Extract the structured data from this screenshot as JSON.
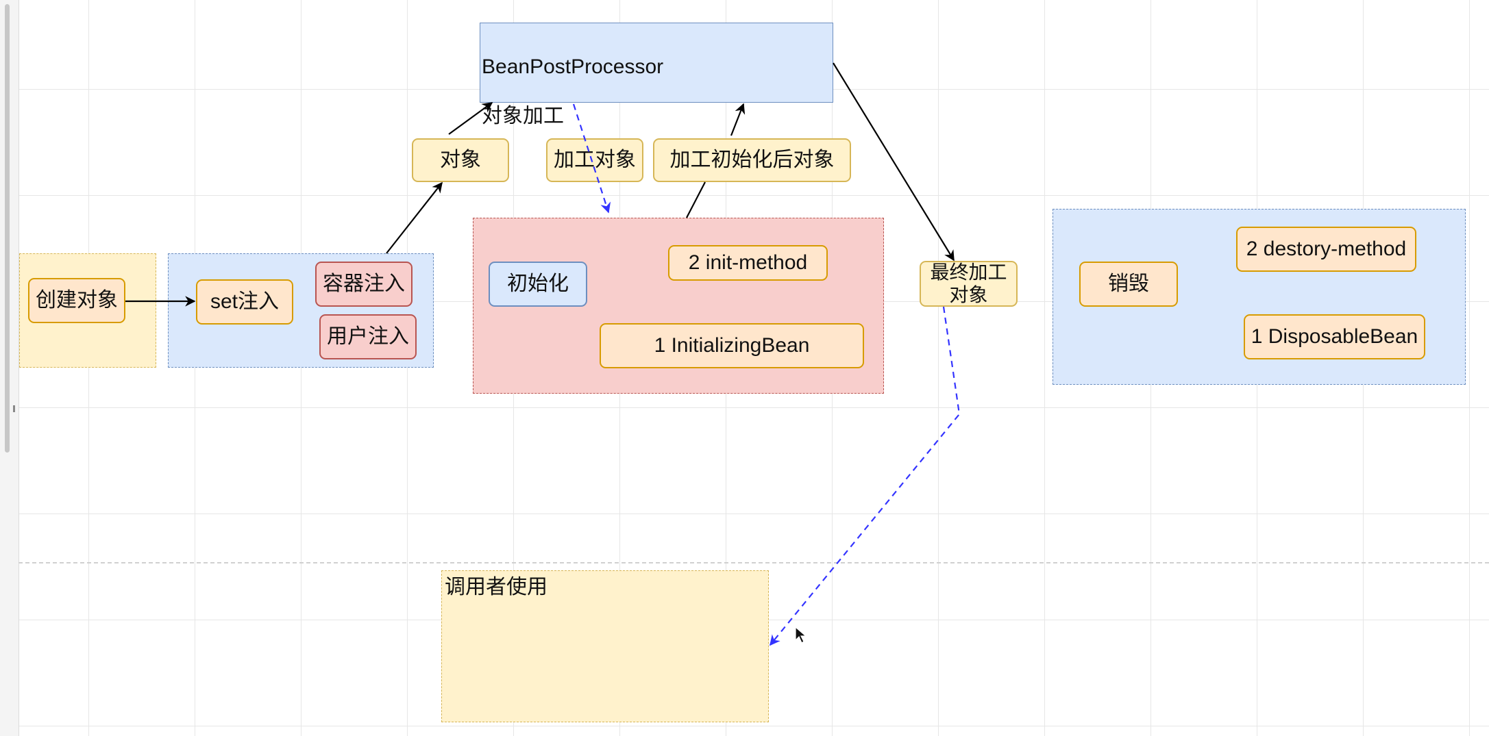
{
  "diagram": {
    "bpp": {
      "title": "BeanPostProcessor",
      "subtitle": "对象加工"
    },
    "nodes": {
      "create_object": "创建对象",
      "set_inject": "set注入",
      "container_inject": "容器注入",
      "user_inject": "用户注入",
      "object": "对象",
      "process_object": "加工对象",
      "process_after_init": "加工初始化后对象",
      "init": "初始化",
      "init_method": "2 init-method",
      "initializing_bean": "1 InitializingBean",
      "final_object": "最终加工\n对象",
      "destroy": "销毁",
      "destroy_method": "2 destory-method",
      "disposable_bean": "1 DisposableBean"
    },
    "caller": {
      "label": "调用者使用"
    }
  },
  "colors": {
    "yellow_fill": "#fff2cc",
    "blue_fill": "#dae8fc",
    "red_fill": "#f8cecc",
    "orange_fill": "#ffe6cc",
    "dashed_arrow": "#3333ff",
    "solid_arrow": "#000000"
  },
  "icons": {
    "cursor": "mouse-pointer-icon"
  }
}
